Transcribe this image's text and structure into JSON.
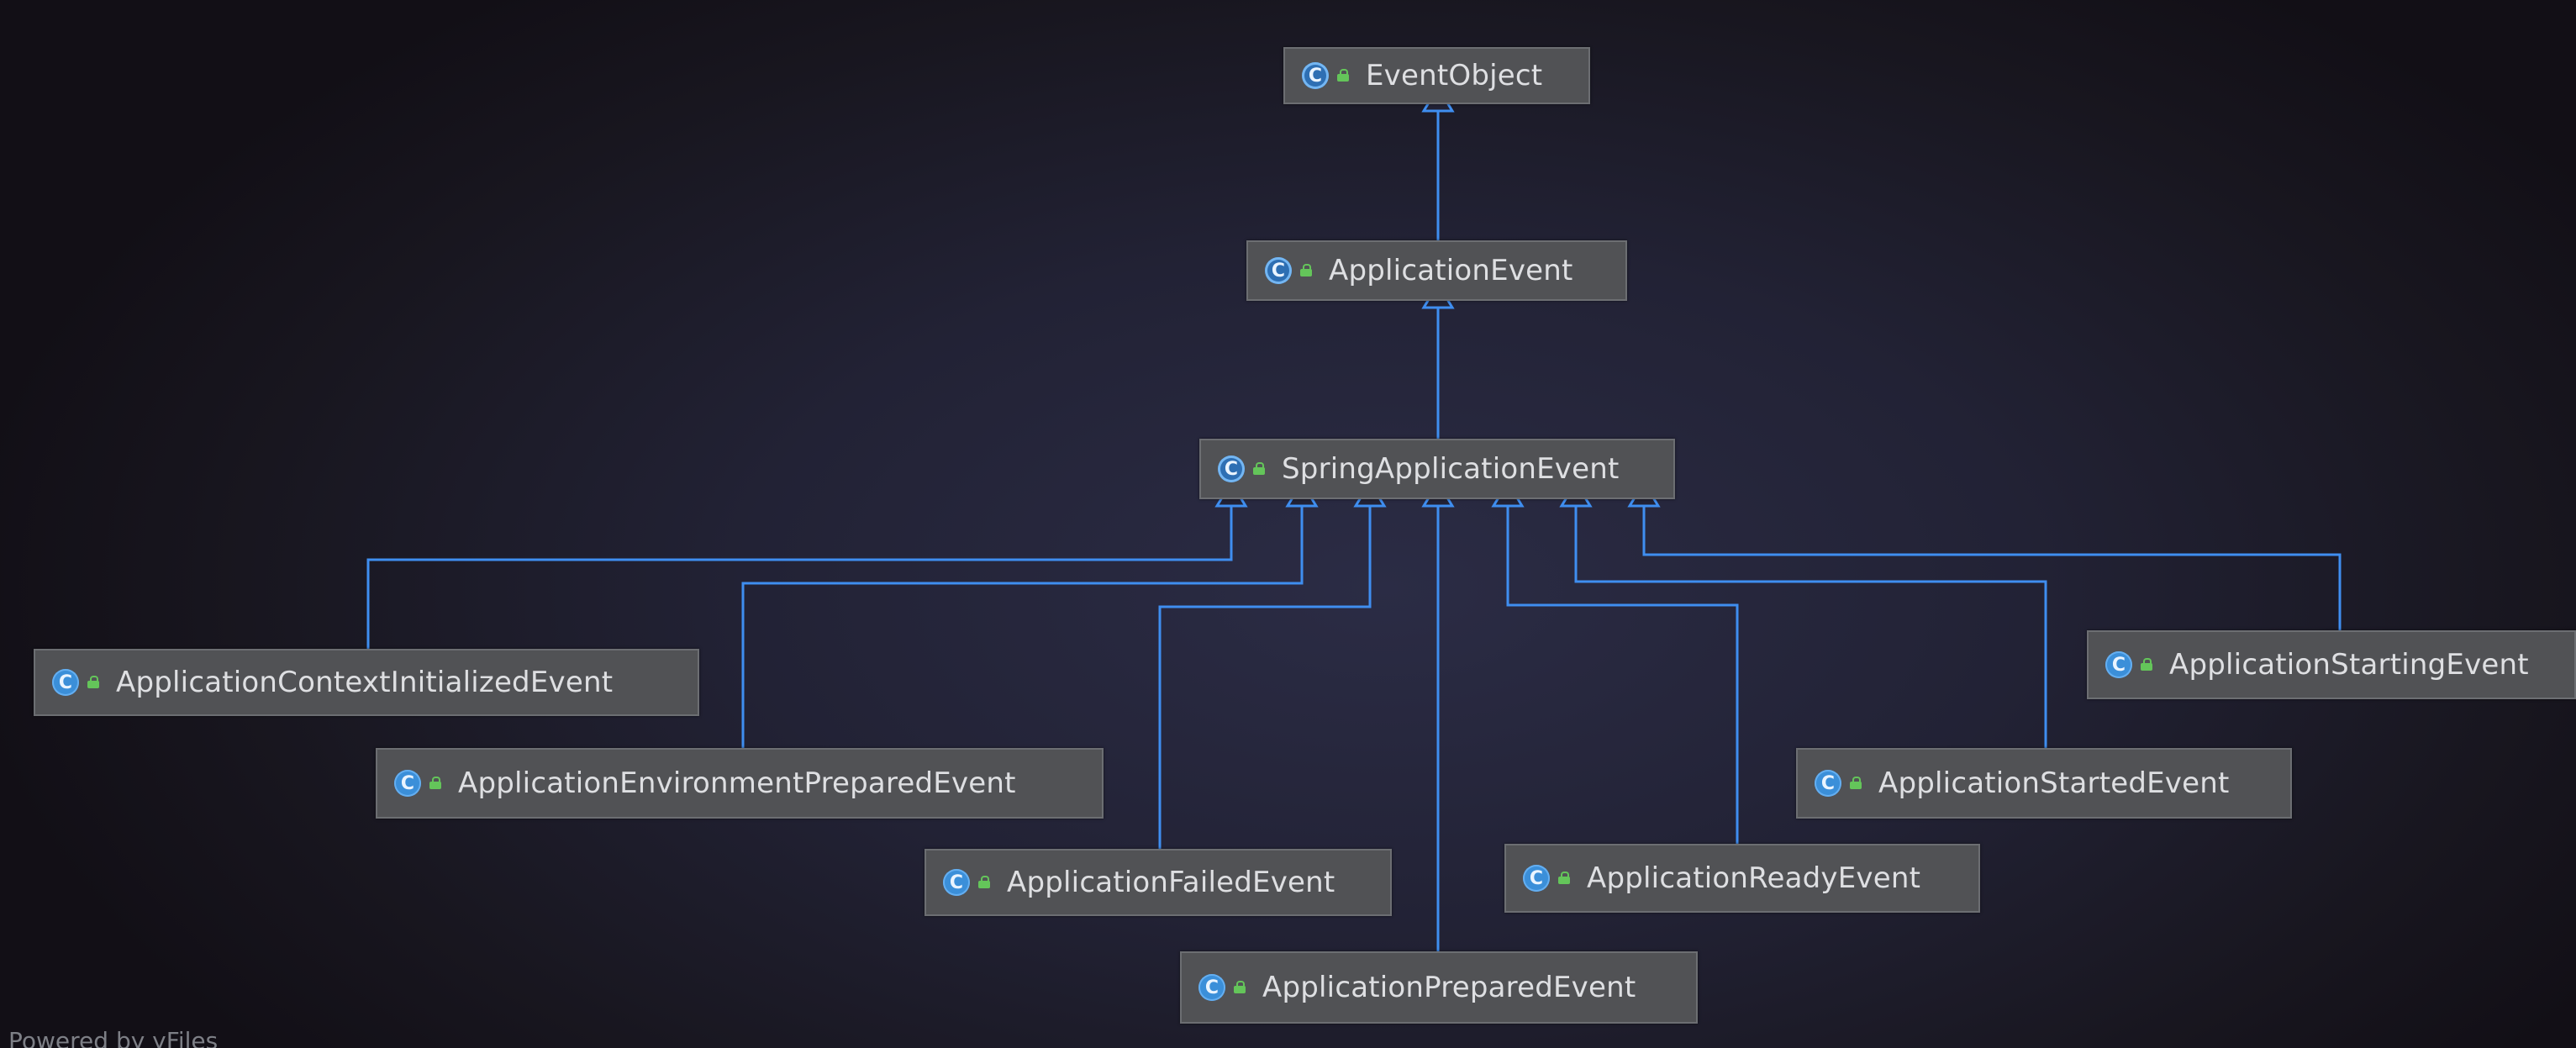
{
  "diagram": {
    "root": "EventObject",
    "nodes": [
      {
        "id": "event-object",
        "label": "EventObject",
        "abstract": true
      },
      {
        "id": "application-event",
        "label": "ApplicationEvent",
        "abstract": true
      },
      {
        "id": "spring-application-event",
        "label": "SpringApplicationEvent",
        "abstract": true
      },
      {
        "id": "application-context-initialized-event",
        "label": "ApplicationContextInitializedEvent",
        "abstract": false
      },
      {
        "id": "application-environment-prepared-event",
        "label": "ApplicationEnvironmentPreparedEvent",
        "abstract": false
      },
      {
        "id": "application-failed-event",
        "label": "ApplicationFailedEvent",
        "abstract": false
      },
      {
        "id": "application-prepared-event",
        "label": "ApplicationPreparedEvent",
        "abstract": false
      },
      {
        "id": "application-ready-event",
        "label": "ApplicationReadyEvent",
        "abstract": false
      },
      {
        "id": "application-started-event",
        "label": "ApplicationStartedEvent",
        "abstract": false
      },
      {
        "id": "application-starting-event",
        "label": "ApplicationStartingEvent",
        "abstract": false
      }
    ],
    "edges": [
      {
        "from": "application-event",
        "to": "event-object"
      },
      {
        "from": "spring-application-event",
        "to": "application-event"
      },
      {
        "from": "application-context-initialized-event",
        "to": "spring-application-event"
      },
      {
        "from": "application-environment-prepared-event",
        "to": "spring-application-event"
      },
      {
        "from": "application-failed-event",
        "to": "spring-application-event"
      },
      {
        "from": "application-prepared-event",
        "to": "spring-application-event"
      },
      {
        "from": "application-ready-event",
        "to": "spring-application-event"
      },
      {
        "from": "application-started-event",
        "to": "spring-application-event"
      },
      {
        "from": "application-starting-event",
        "to": "spring-application-event"
      }
    ]
  },
  "icons": {
    "class_icon": "class-icon",
    "class_glyph": "C",
    "visibility_icon": "public-lock-icon"
  },
  "colors": {
    "edge": "#3f8ef0",
    "node_fill": "#515255",
    "class_icon": "#3b8fd9",
    "visibility": "#64c55a"
  },
  "footer": {
    "text": "Powered by yFiles"
  }
}
